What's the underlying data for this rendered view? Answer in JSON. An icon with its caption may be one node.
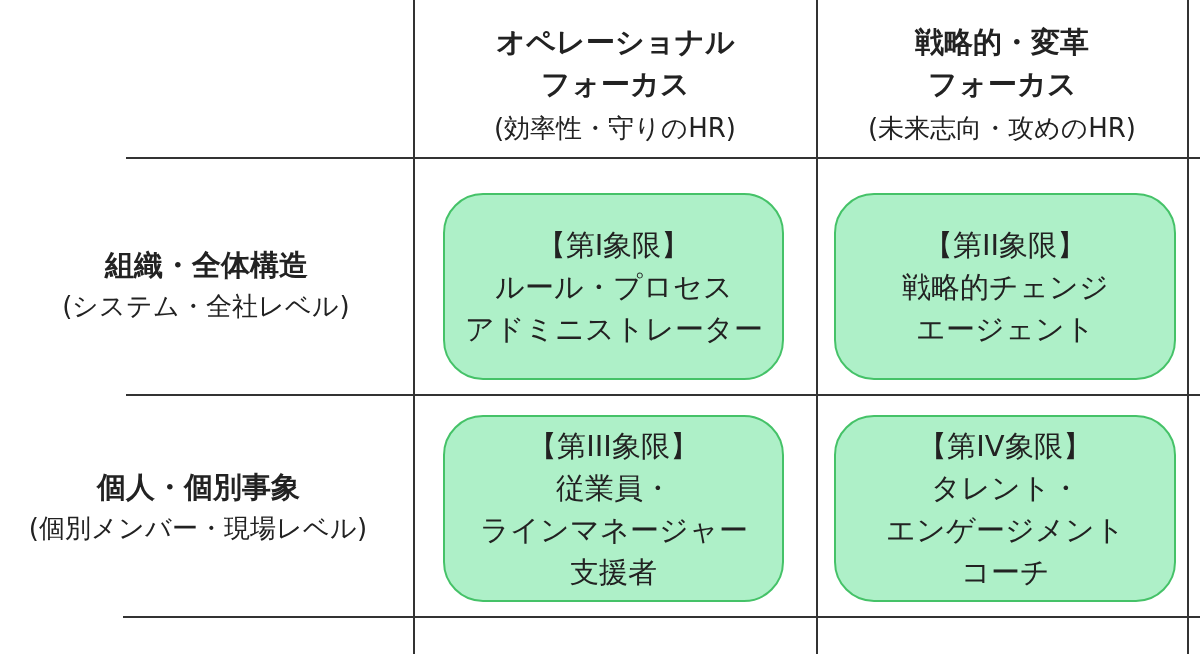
{
  "diagram": {
    "nodes": [
      {
        "text": [
          "【第I象限】",
          "ルール・プロセスアドミニストレーター"
        ]
      },
      {
        "text": [
          "【第II象限】",
          "戦略的チェンジエージェント"
        ]
      },
      {
        "text": [
          "【第III象限】",
          "従業員・ラインマネージャー支援者"
        ]
      },
      {
        "text": [
          "【第IV象限】",
          "タレント・エンゲージメントコーチ"
        ]
      }
    ],
    "labels": [
      "オペレーショナルフォーカス",
      "(効率性・守りのHR)",
      "戦略的・変革フォーカス",
      "(未来志向・攻めのHR)",
      "組織・全体構造",
      "(システム・全社レベル)",
      "個人・個別事象",
      "(個別メンバー・現場レベル)"
    ]
  }
}
